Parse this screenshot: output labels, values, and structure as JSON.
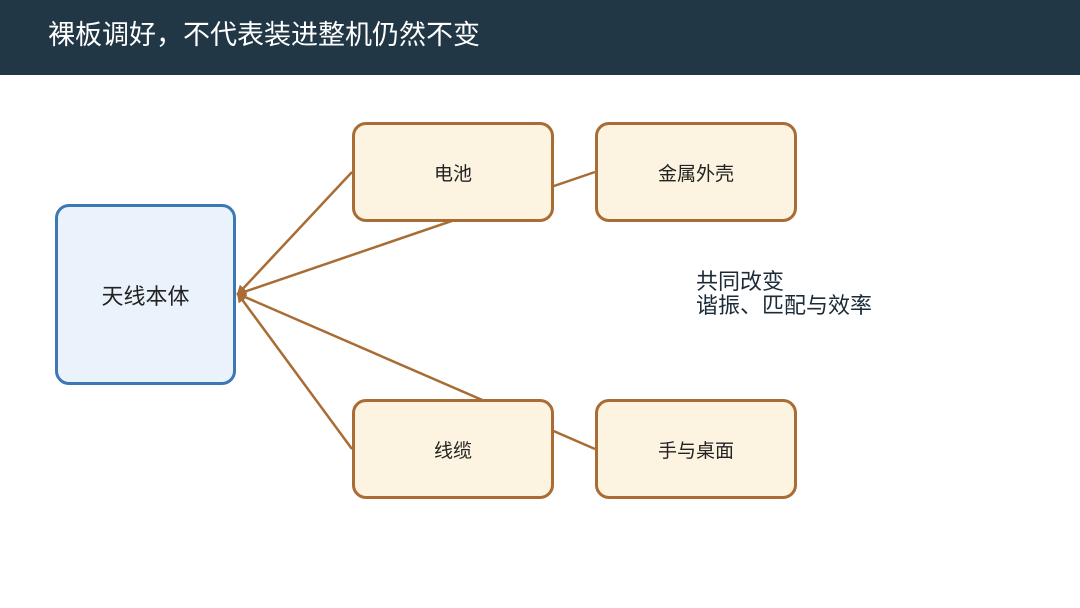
{
  "header": {
    "title": "裸板调好，不代表装进整机仍然不变"
  },
  "diagram": {
    "center": {
      "label": "天线本体"
    },
    "factors": [
      {
        "label": "电池"
      },
      {
        "label": "金属外壳"
      },
      {
        "label": "线缆"
      },
      {
        "label": "手与桌面"
      }
    ],
    "note": {
      "line1": "共同改变",
      "line2": "谐振、匹配与效率"
    }
  },
  "colors": {
    "header_bg": "#213746",
    "center_fill": "#eaf2fb",
    "center_border": "#3b78b5",
    "factor_fill": "#fdf3e1",
    "factor_border": "#a86c34",
    "arrow": "#a86c34"
  }
}
